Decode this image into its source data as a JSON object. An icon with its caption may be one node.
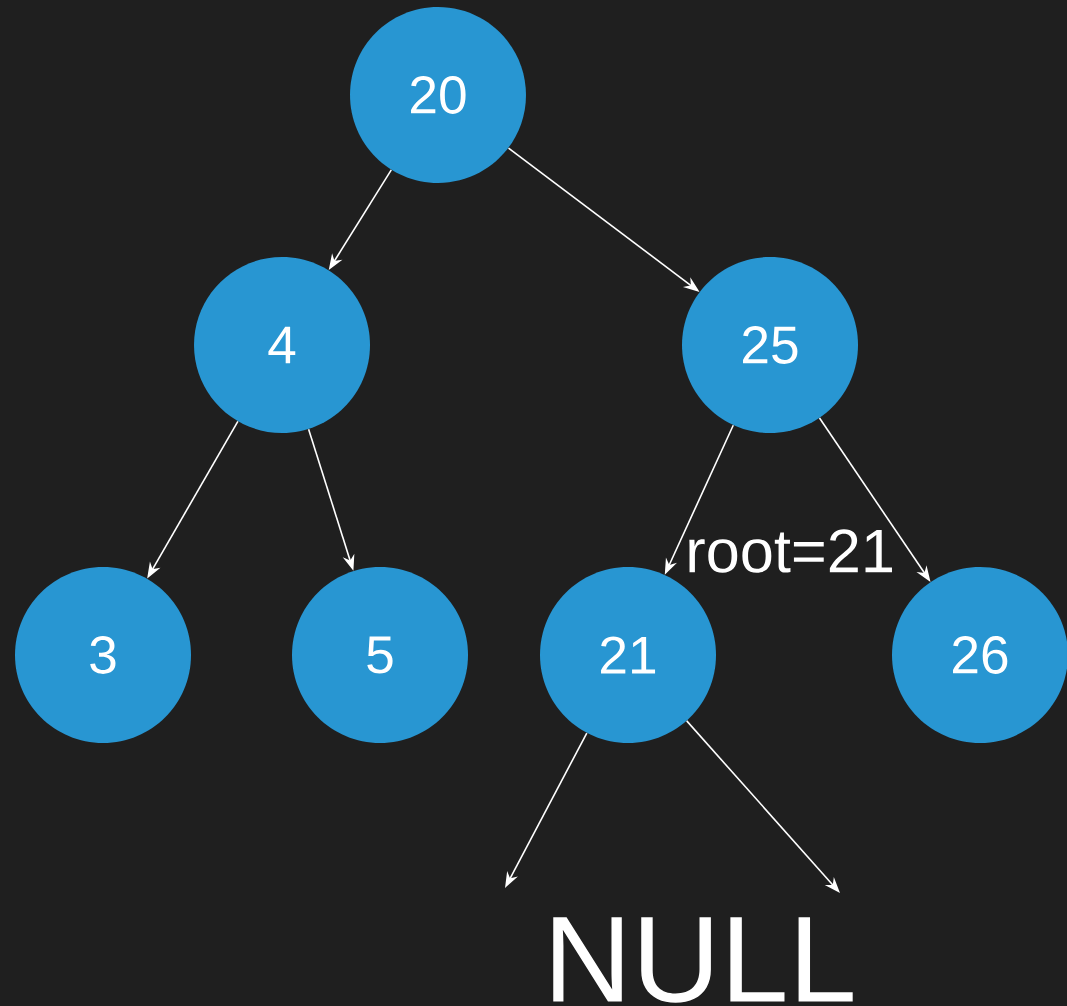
{
  "diagram": {
    "nodes": [
      {
        "text": [
          "20"
        ]
      },
      {
        "text": [
          "4"
        ]
      },
      {
        "text": [
          "25"
        ]
      },
      {
        "text": [
          "3"
        ]
      },
      {
        "text": [
          "5"
        ]
      },
      {
        "text": [
          "21"
        ],
        "beside": [
          "root=21"
        ]
      },
      {
        "text": [
          "26"
        ]
      }
    ],
    "edges": [
      {
        "from": 0,
        "to": 1,
        "arrow": "to"
      },
      {
        "from": 0,
        "to": 2,
        "arrow": "to"
      },
      {
        "from": 1,
        "to": 3,
        "arrow": "to"
      },
      {
        "from": 1,
        "to": 4,
        "arrow": "to"
      },
      {
        "from": 2,
        "to": 5,
        "arrow": "to"
      },
      {
        "from": 2,
        "to": 6,
        "arrow": "to"
      },
      {
        "from": 5,
        "to": null,
        "arrow": "to"
      },
      {
        "from": 5,
        "to": null,
        "arrow": "to"
      }
    ],
    "labels": [
      "NULL"
    ]
  }
}
